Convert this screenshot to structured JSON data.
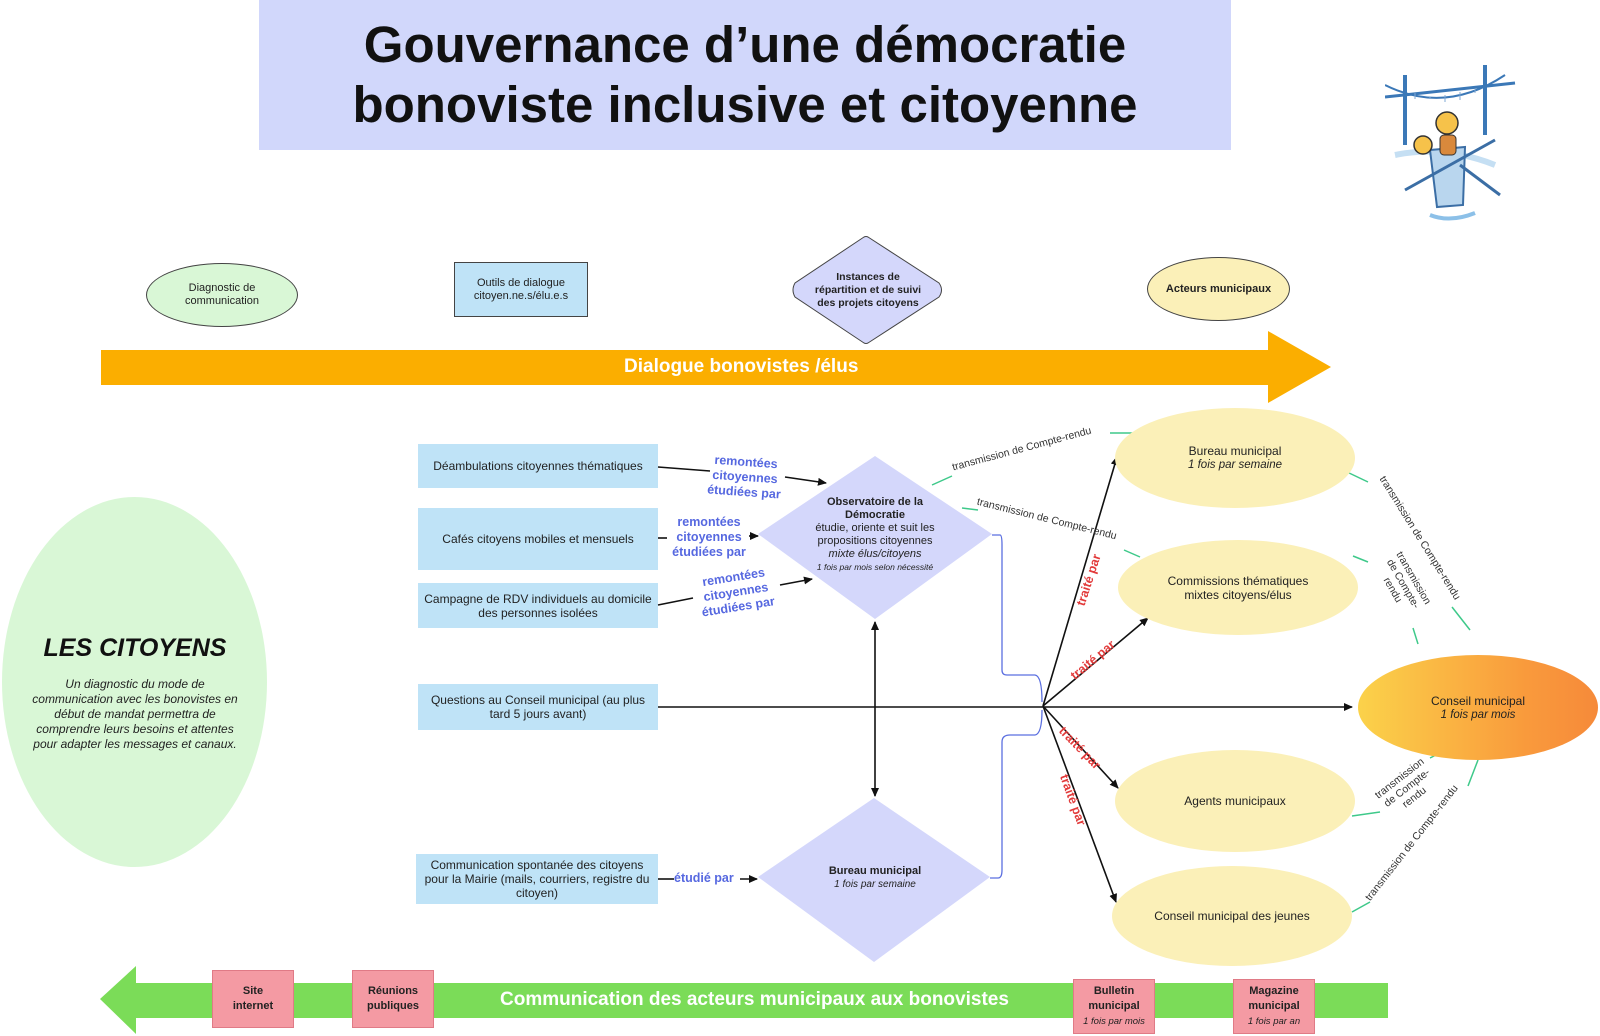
{
  "title": {
    "line1": "Gouvernance d’une démocratie",
    "line2": "bonoviste inclusive et citoyenne"
  },
  "legend": {
    "diagnostic": "Diagnostic de communication",
    "outils": "Outils de dialogue citoyen.ne.s/élu.e.s",
    "instances": "Instances de répartition et de suivi des projets citoyens",
    "acteurs": "Acteurs municipaux"
  },
  "top_band": {
    "label": "Dialogue bonovistes /élus"
  },
  "bottom_band": {
    "label": "Communication des acteurs municipaux aux bonovistes"
  },
  "citoyens": {
    "title": "LES CITOYENS",
    "text": "Un diagnostic du mode de communication avec les bonovistes en début de mandat permettra de comprendre leurs besoins et attentes pour adapter les messages et canaux."
  },
  "tools": [
    "Déambulations citoyennes thématiques",
    "Cafés citoyens mobiles et mensuels",
    "Campagne de RDV individuels au domicile des personnes isolées",
    "Questions au Conseil municipal (au plus tard 5 jours avant)",
    "Communication spontanée des citoyens pour la Mairie (mails, courriers, registre du citoyen)"
  ],
  "arrow_labels": {
    "remontees": "remontées citoyennes étudiées par",
    "etudie": "étudié par",
    "traite": "traité par",
    "transmission": "transmission de Compte-rendu"
  },
  "observatoire": {
    "title": "Observatoire de la Démocratie",
    "desc": "étudie, oriente et suit les propositions citoyennes",
    "mixte": "mixte élus/citoyens",
    "freq": "1 fois par mois selon nécessité"
  },
  "bureau_diamond": {
    "title": "Bureau municipal",
    "freq": "1 fois par semaine"
  },
  "actors": {
    "bureau": {
      "name": "Bureau municipal",
      "freq": "1 fois par semaine"
    },
    "commissions": {
      "name": "Commissions thématiques mixtes citoyens/élus"
    },
    "conseil": {
      "name": "Conseil municipal",
      "freq": "1 fois par mois"
    },
    "agents": {
      "name": "Agents municipaux"
    },
    "jeunes": {
      "name": "Conseil municipal des jeunes"
    }
  },
  "channels": {
    "site": "Site internet",
    "reunions": "Réunions publiques",
    "bulletin": "Bulletin municipal",
    "bulletin_freq": "1 fois par mois",
    "magazine": "Magazine municipal",
    "magazine_freq": "1 fois par an"
  },
  "colors": {
    "title_bg": "#d1d7fb",
    "top_band": "#fbae00",
    "bottom_band": "#7bdc58",
    "tool_box": "#bfe3f7",
    "diamond": "#d4d7fb",
    "actor_oval": "#fbf0b8",
    "citoyens_oval": "#d9f7d6",
    "channel_box": "#f49aa3",
    "label_blue": "#5668e0",
    "label_red": "#e23b3b",
    "connector_green": "#3ec98a"
  },
  "illustration": "bridge-rowing-boat-illustration"
}
